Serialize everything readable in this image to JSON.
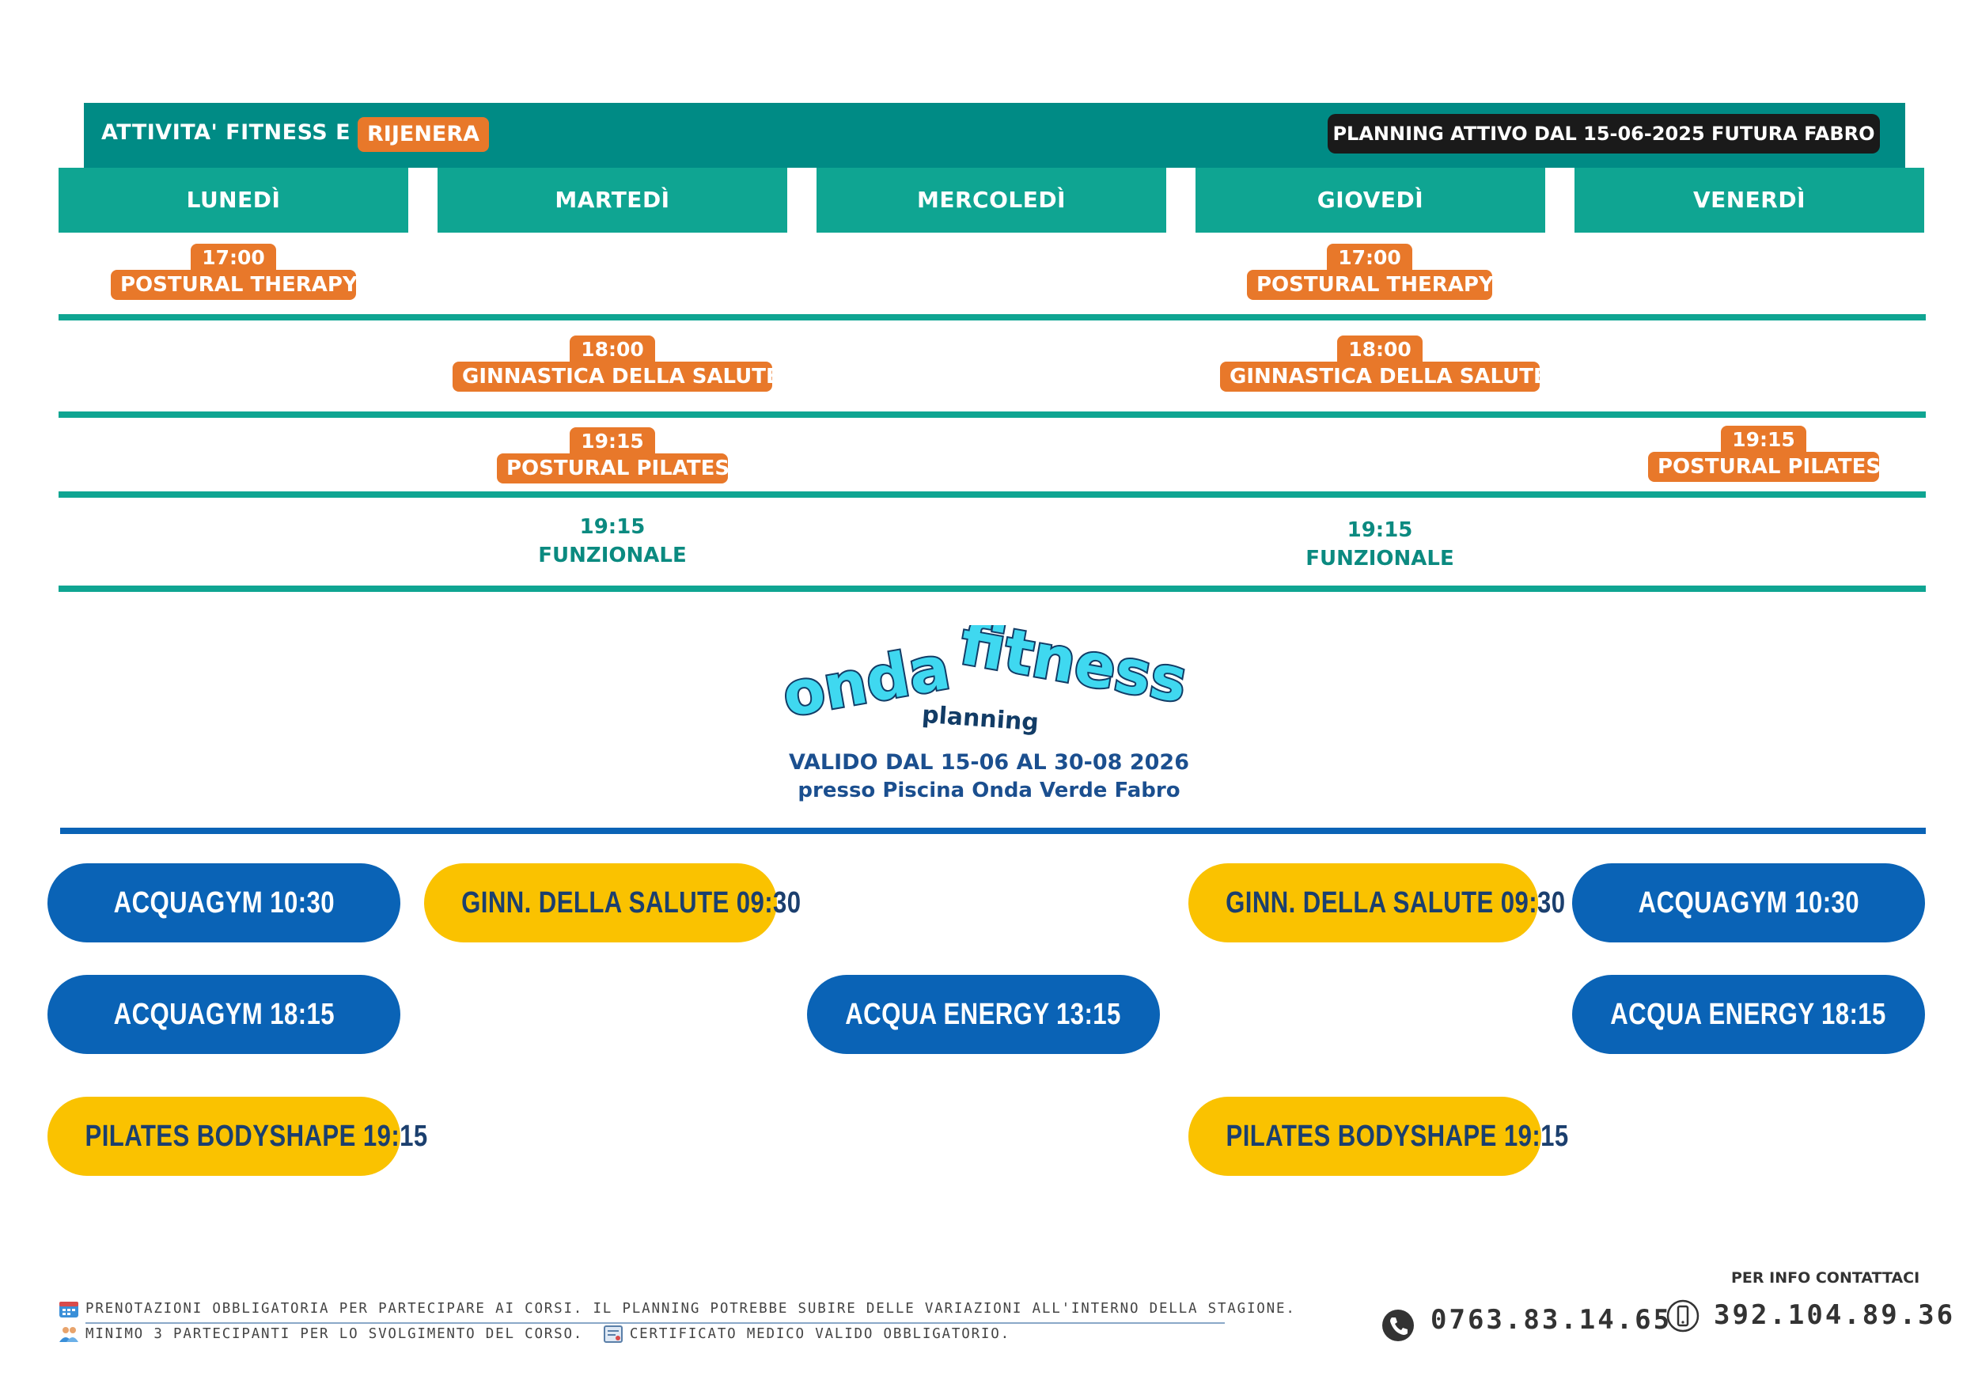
{
  "header": {
    "title": "ATTIVITA'  FITNESS E",
    "badge": "RIJENERA",
    "planning_note": "PLANNING ATTIVO DAL 15-06-2025 FUTURA FABRO"
  },
  "days": [
    "LUNEDÌ",
    "MARTEDÌ",
    "MERCOLEDÌ",
    "GIOVEDÌ",
    "VENERDÌ"
  ],
  "fitness": [
    {
      "time": "17:00",
      "label": "POSTURAL THERAPY"
    },
    {
      "time": "17:00",
      "label": "POSTURAL THERAPY"
    },
    {
      "time": "18:00",
      "label": "GINNASTICA DELLA SALUTE"
    },
    {
      "time": "18:00",
      "label": "GINNASTICA DELLA SALUTE"
    },
    {
      "time": "19:15",
      "label": "POSTURAL PILATES"
    },
    {
      "time": "19:15",
      "label": "POSTURAL PILATES"
    },
    {
      "time": "19:15",
      "label": "FUNZIONALE"
    },
    {
      "time": "19:15",
      "label": "FUNZIONALE"
    }
  ],
  "logo": {
    "word1": "onda",
    "word2": "fitness",
    "sub": "planning"
  },
  "validity": "VALIDO DAL 15-06 AL 30-08 2026",
  "location": "presso Piscina Onda Verde Fabro",
  "pool": [
    {
      "label": "ACQUAGYM 10:30",
      "color": "#0a63b6"
    },
    {
      "label": "GINN. DELLA SALUTE 09:30",
      "color": "#fac200"
    },
    {
      "label": "GINN. DELLA SALUTE 09:30",
      "color": "#fac200"
    },
    {
      "label": "ACQUAGYM 10:30",
      "color": "#0a63b6"
    },
    {
      "label": "ACQUAGYM 18:15",
      "color": "#0a63b6"
    },
    {
      "label": "ACQUA ENERGY 13:15",
      "color": "#0a63b6"
    },
    {
      "label": "ACQUA ENERGY 18:15",
      "color": "#0a63b6"
    },
    {
      "label": "PILATES BODYSHAPE 19:15",
      "color": "#fac200"
    },
    {
      "label": "PILATES BODYSHAPE 19:15",
      "color": "#fac200"
    }
  ],
  "footer": {
    "note1": "PRENOTAZIONI OBBLIGATORIA PER PARTECIPARE AI CORSI. IL PLANNING POTREBBE SUBIRE DELLE VARIAZIONI ALL'INTERNO DELLA STAGIONE.",
    "note2a": "MINIMO 3 PARTECIPANTI PER LO SVOLGIMENTO DEL CORSO.",
    "note2b": "CERTIFICATO MEDICO VALIDO OBBLIGATORIO.",
    "contact_label": "PER INFO CONTATTACI",
    "phone1": "0763.83.14.65",
    "phone2": "392.104.89.36"
  },
  "colors": {
    "teal_dark": "#008b85",
    "teal": "#0fa592",
    "orange": "#e8782a",
    "blue": "#0a63b6",
    "yellow": "#fac200",
    "navy_text": "#1b4f8f",
    "logo_cyan": "#3fd8f0"
  },
  "icons": [
    "calendar-icon",
    "people-icon",
    "certificate-icon",
    "phone-icon",
    "smartphone-icon"
  ]
}
